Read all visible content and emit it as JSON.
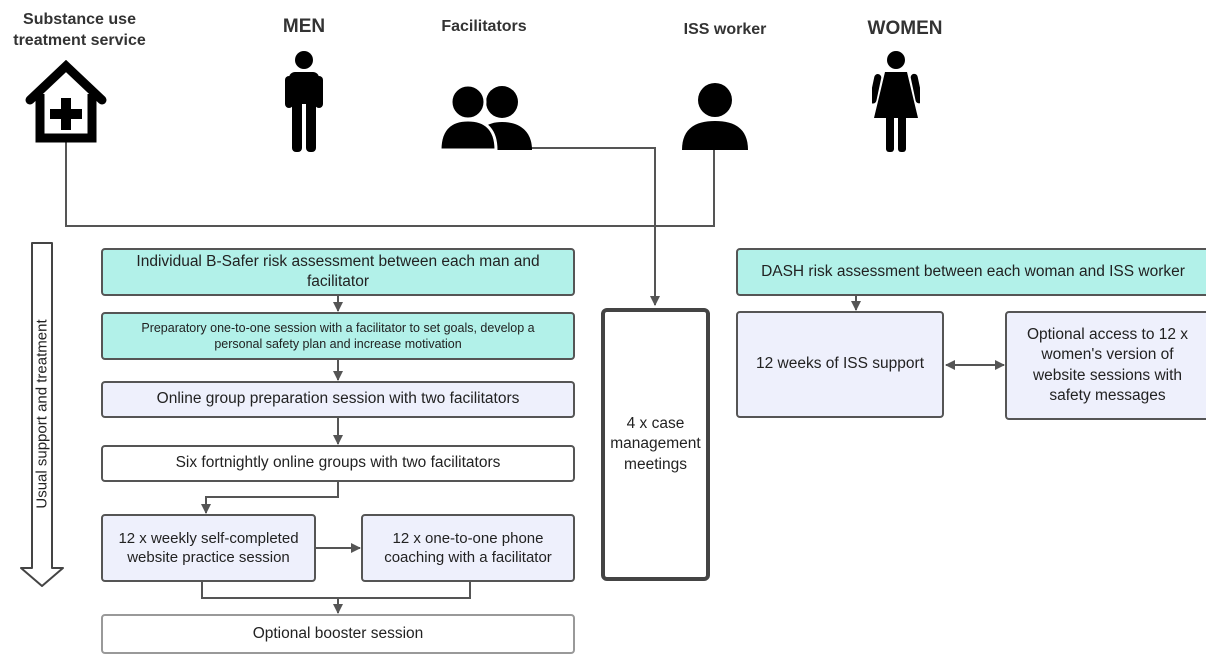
{
  "headers": {
    "substance": "Substance use treatment service",
    "men": "MEN",
    "facilitators": "Facilitators",
    "iss_worker": "ISS worker",
    "women": "WOMEN"
  },
  "side_label": "Usual support and treatment",
  "men_pathway": {
    "bsafer": "Individual B-Safer risk assessment between each man and facilitator",
    "preparatory": "Preparatory one-to-one session with a facilitator to set goals, develop a personal safety plan and increase motivation",
    "group_prep": "Online group preparation session with two facilitators",
    "six_groups": "Six fortnightly online groups with two facilitators",
    "weekly_self": "12 x weekly self-completed website practice session",
    "phone_coaching": "12 x one-to-one phone coaching with a facilitator",
    "booster": "Optional booster session"
  },
  "case_management": "4 x case management meetings",
  "women_pathway": {
    "dash": "DASH risk assessment between each woman and ISS worker",
    "iss_support": "12 weeks of ISS support",
    "optional_access": "Optional access to 12 x women's version of website sessions with safety messages"
  },
  "colors": {
    "teal": "#b2f1e9",
    "lavender": "#eef0fc",
    "border": "#555555",
    "icon": "#000000"
  },
  "icons": [
    "house-plus-icon",
    "man-icon",
    "two-people-icon",
    "person-icon",
    "woman-icon"
  ]
}
